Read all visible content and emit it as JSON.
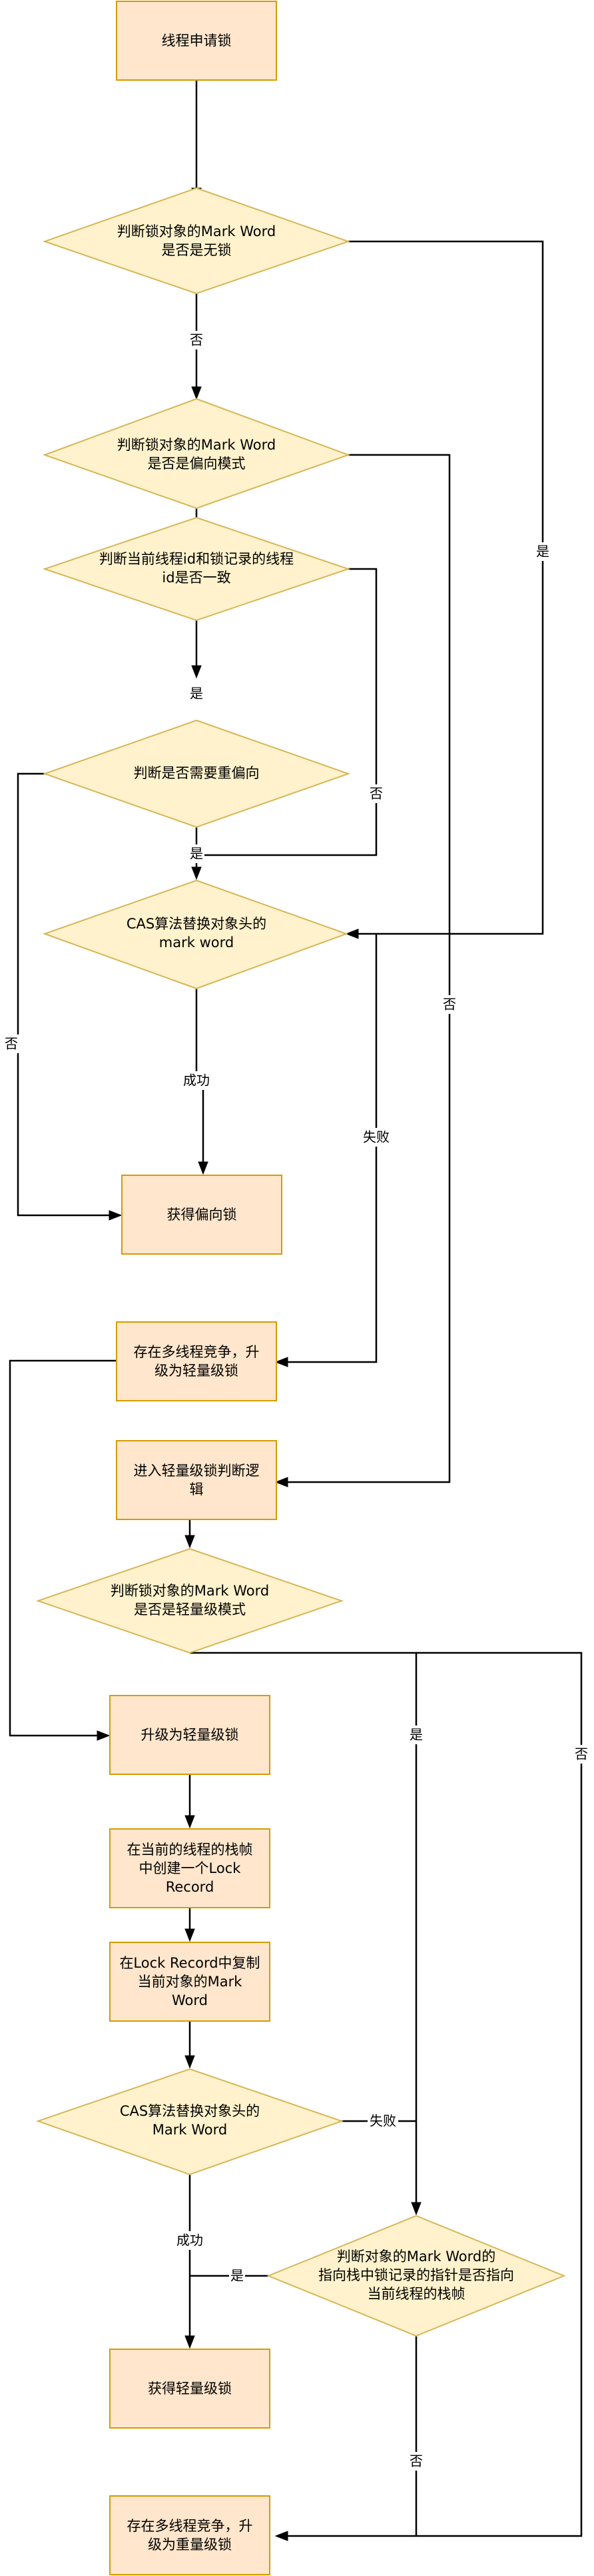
{
  "nodes": {
    "thread_request_lock": [
      "线程申请锁"
    ],
    "check_unlocked": [
      "判断锁对象的Mark Word",
      "是否是无锁"
    ],
    "check_biased_mode": [
      "判断锁对象的Mark Word",
      "是否是偏向模式"
    ],
    "check_thread_id": [
      "判断当前线程id和锁记录的线程",
      "id是否一致"
    ],
    "check_rebias": [
      "判断是否需要重偏向"
    ],
    "cas_biased": [
      "CAS算法替换对象头的",
      "mark word"
    ],
    "get_biased_lock": [
      "获得偏向锁"
    ],
    "contention_upgrade_light": [
      "存在多线程竞争，升",
      "级为轻量级锁"
    ],
    "enter_light_logic": [
      "进入轻量级锁判断逻",
      "辑"
    ],
    "check_light_mode": [
      "判断锁对象的Mark Word",
      "是否是轻量级模式"
    ],
    "upgrade_light": [
      "升级为轻量级锁"
    ],
    "create_lock_record": [
      "在当前的线程的栈帧",
      "中创建一个Lock",
      "Record"
    ],
    "copy_mark_word": [
      "在Lock Record中复制",
      "当前对象的Mark",
      "Word"
    ],
    "cas_light": [
      "CAS算法替换对象头的",
      "Mark Word"
    ],
    "check_pointer": [
      "判断对象的Mark Word的",
      "指向栈中锁记录的指针是否指向",
      "当前线程的栈帧"
    ],
    "get_light_lock": [
      "获得轻量级锁"
    ],
    "contention_upgrade_heavy": [
      "存在多线程竞争，升",
      "级为重量级锁"
    ]
  },
  "edge_labels": {
    "unlocked_no": "否",
    "unlocked_yes": "是",
    "biased_yes": "是",
    "biased_no": "否",
    "thread_id_yes": "是",
    "thread_id_no": "否",
    "rebias_yes": "是",
    "rebias_no": "否",
    "cas_biased_success": "成功",
    "cas_biased_fail": "失败",
    "light_mode_yes": "是",
    "light_mode_no": "否",
    "cas_light_success": "成功",
    "cas_light_fail": "失败",
    "pointer_yes": "是",
    "pointer_no": "否"
  },
  "colors": {
    "process_fill": "#ffe6cc",
    "process_stroke": "#d79b00",
    "decision_fill": "#fff2cc",
    "decision_stroke": "#d6b656",
    "edge": "#000000"
  }
}
